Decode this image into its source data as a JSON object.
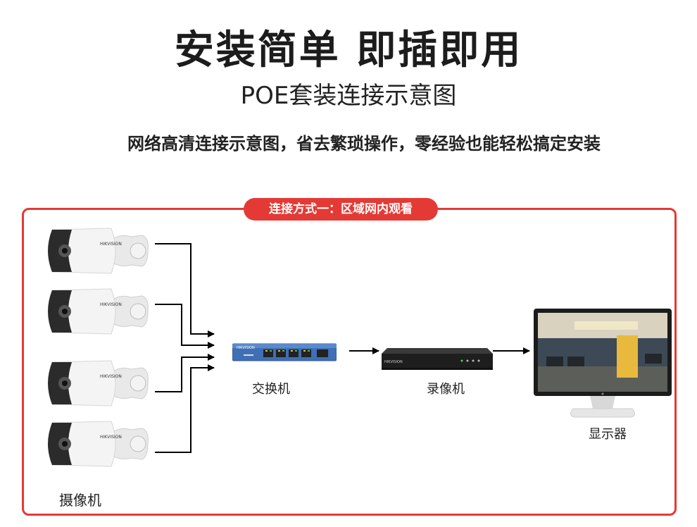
{
  "header": {
    "title": "安装简单  即插即用",
    "subtitle": "POE套装连接示意图",
    "description": "网络高清连接示意图，省去繁琐操作，零经验也能轻松搞定安装"
  },
  "panel": {
    "badge": "连接方式一：区域网内观看"
  },
  "devices": {
    "camera_label": "摄像机",
    "switch_label": "交换机",
    "nvr_label": "录像机",
    "monitor_label": "显示器",
    "camera_count": 4
  },
  "colors": {
    "accent": "#e43a35",
    "switch_blue": "#3f6fb5",
    "wire": "#000000"
  }
}
